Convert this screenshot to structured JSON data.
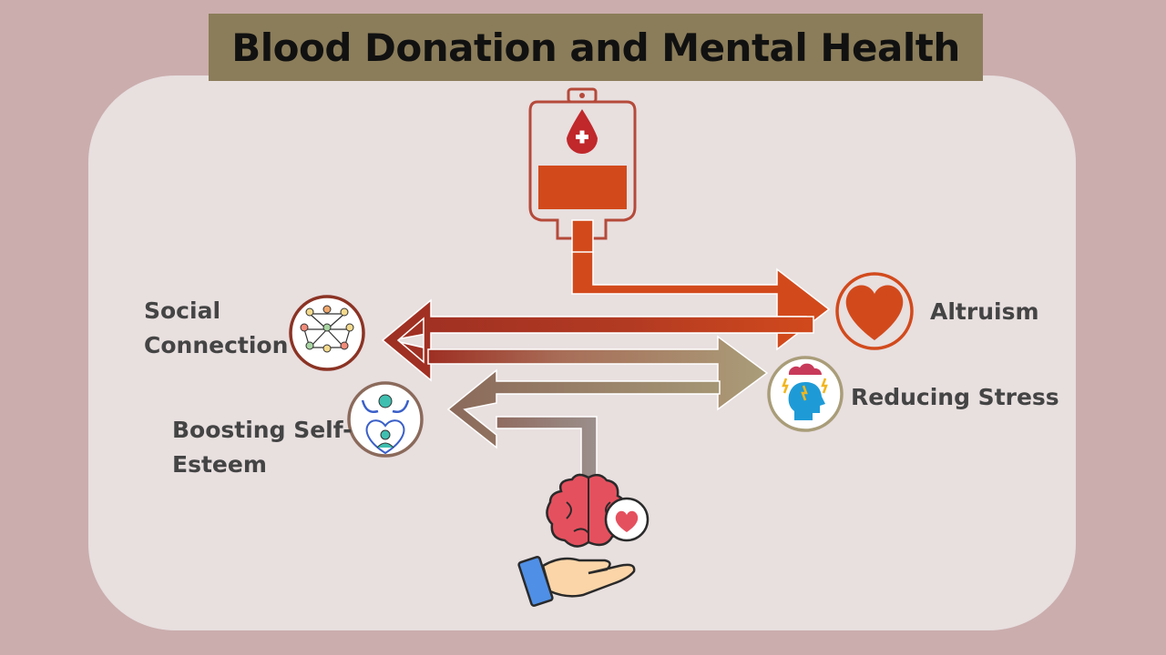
{
  "title": "Blood Donation and Mental Health",
  "nodes": {
    "altruism": "Altruism",
    "social_line1": "Social",
    "social_line2": "Connection",
    "stress": "Reducing Stress",
    "esteem_line1": "Boosting Self-",
    "esteem_line2": "Esteem"
  },
  "colors": {
    "background": "#cbadad",
    "panel": "#e8dfdf",
    "title_bar": "#8b7d5a",
    "blood": "#d24a1c",
    "dark_red": "#9e2f23",
    "tan": "#a99d79",
    "brown": "#8b6a5b",
    "grey": "#9b8f8c"
  },
  "icons": {
    "source": "blood-bag-icon",
    "sink": "brain-in-hand-icon",
    "altruism": "heart-icon",
    "social": "people-network-icon",
    "stress": "stressed-head-icon",
    "esteem": "self-love-icon"
  }
}
